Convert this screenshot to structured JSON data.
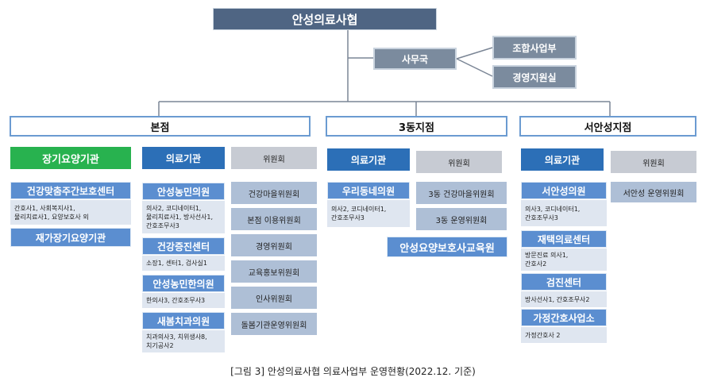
{
  "root": {
    "label": "안성의료사협"
  },
  "office": {
    "label": "사무국",
    "subs": [
      "조합사업부",
      "경영지원실"
    ]
  },
  "branches": {
    "main": "본점",
    "third": "3동지점",
    "west": "서안성지점"
  },
  "main_branch": {
    "longterm": {
      "header": "장기요양기관",
      "units": [
        {
          "name": "건강맞춤주간보호센터",
          "detail": "간호사1, 사회복지사1,\n물리치료사1, 요양보호사 외"
        },
        {
          "name": "재가장기요양기관"
        }
      ]
    },
    "medical": {
      "header": "의료기관",
      "units": [
        {
          "name": "안성농민의원",
          "detail": "의사2, 코디네이터1,\n물리치료사1, 방사선사1,\n간호조무사3"
        },
        {
          "name": "건강증진센터",
          "detail": "소장1, 센터1, 검사실1"
        },
        {
          "name": "안성농민한의원",
          "detail": "한의사3, 간호조무사3"
        },
        {
          "name": "새봄치과의원",
          "detail": "치과의사3, 치위생사8,\n치기공사2"
        }
      ]
    },
    "committee": {
      "header": "위원회",
      "items": [
        "건강마을위원회",
        "본점 이용위원회",
        "경영위원회",
        "교육홍보위원회",
        "인사위원회",
        "돌봄기관운영위원회"
      ]
    }
  },
  "third_branch": {
    "medical": {
      "header": "의료기관",
      "units": [
        {
          "name": "우리동네의원",
          "detail": "의사2, 코디네이터1,\n간호조무사3"
        }
      ]
    },
    "committee": {
      "header": "위원회",
      "items": [
        "3동 건강마을위원회",
        "3동 운영위원회"
      ]
    },
    "education": "안성요양보호사교육원"
  },
  "west_branch": {
    "medical": {
      "header": "의료기관",
      "units": [
        {
          "name": "서안성의원",
          "detail": "의사3, 코디네이터1,\n간호조무사3"
        },
        {
          "name": "재택의료센터",
          "detail": "방문진료 의사1,\n간호사2"
        },
        {
          "name": "검진센터",
          "detail": "방사선사1, 간호조무사2"
        },
        {
          "name": "가정간호사업소",
          "detail": "가정간호사 2"
        }
      ]
    },
    "committee": {
      "header": "위원회",
      "items": [
        "서안성 운영위원회"
      ]
    }
  },
  "caption": "[그림 3] 안성의료사협 의료사업부 운영현황(2022.12. 기준)"
}
